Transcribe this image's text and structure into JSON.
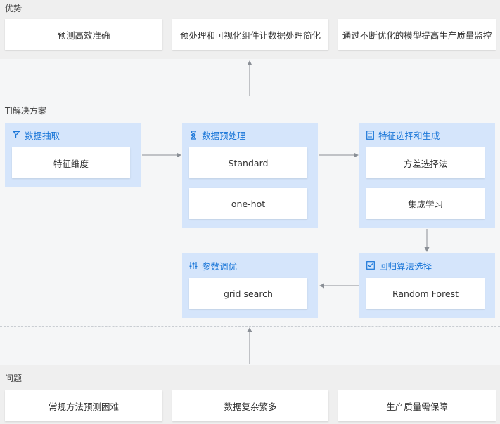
{
  "advantages": {
    "title": "优势",
    "items": [
      "预测高效准确",
      "预处理和可视化组件让数据处理简化",
      "通过不断优化的模型提高生产质量监控"
    ]
  },
  "solution": {
    "title": "TI解决方案",
    "panels": {
      "extract": {
        "title": "数据抽取",
        "icon": "filter-icon",
        "items": [
          "特征维度"
        ]
      },
      "preprocess": {
        "title": "数据预处理",
        "icon": "hourglass-icon",
        "items": [
          "Standard",
          "one-hot"
        ]
      },
      "feature": {
        "title": "特征选择和生成",
        "icon": "document-icon",
        "items": [
          "方差选择法",
          "集成学习"
        ]
      },
      "algorithm": {
        "title": "回归算法选择",
        "icon": "checkbox-icon",
        "items": [
          "Random Forest"
        ]
      },
      "tuning": {
        "title": "参数调优",
        "icon": "sliders-icon",
        "items": [
          "grid search"
        ]
      }
    }
  },
  "problems": {
    "title": "问题",
    "items": [
      "常规方法预测困难",
      "数据复杂繁多",
      "生产质量需保障"
    ]
  },
  "colors": {
    "accent": "#1a76d8",
    "panel": "#d5e5fb",
    "arrow": "#8a8f96"
  }
}
